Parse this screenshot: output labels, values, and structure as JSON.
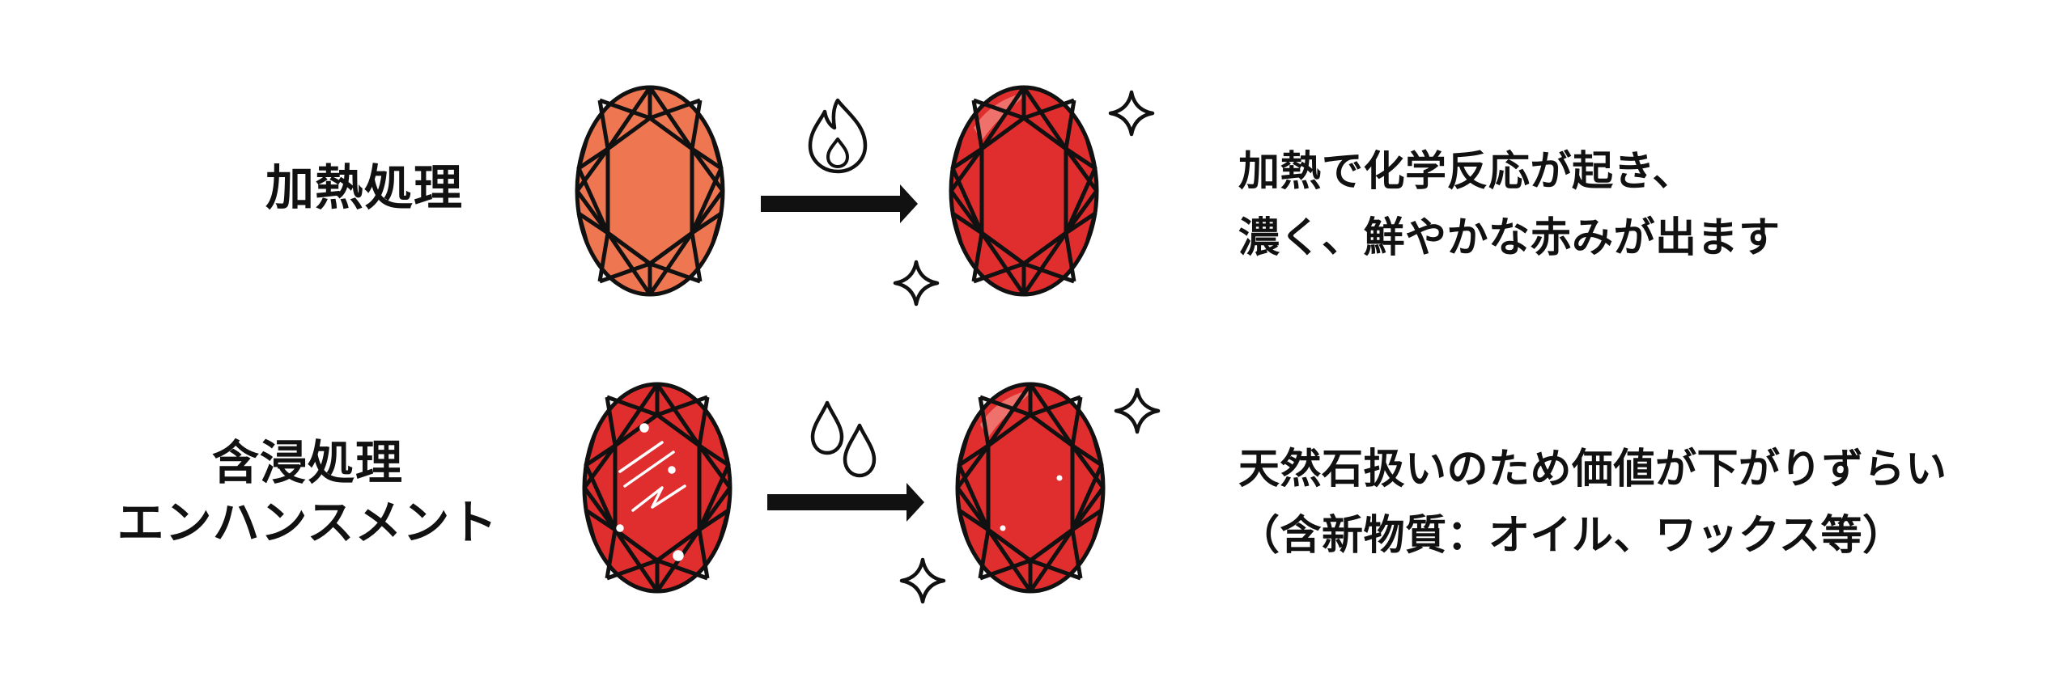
{
  "rows": [
    {
      "id": "heat",
      "label_lines": [
        "加熱処理"
      ],
      "description_lines": [
        "加熱で化学反応が起き、",
        "濃く、鮮やかな赤みが出ます"
      ],
      "process_icon": "flame-icon"
    },
    {
      "id": "oil",
      "label_lines": [
        "含浸処理",
        "エンハンスメント"
      ],
      "description_lines": [
        "天然石扱いのため価値が下がりずらい",
        "（含新物質：オイル、ワックス等）"
      ],
      "process_icon": "oil-drops-icon"
    }
  ],
  "colors": {
    "gem_before_heat": "#ee7752",
    "gem_red": "#e02d2d",
    "outline": "#111111",
    "arrow": "#111111"
  },
  "icons": [
    "gem-icon",
    "arrow-icon",
    "flame-icon",
    "oil-drops-icon",
    "sparkle-icon",
    "crack-icon"
  ]
}
